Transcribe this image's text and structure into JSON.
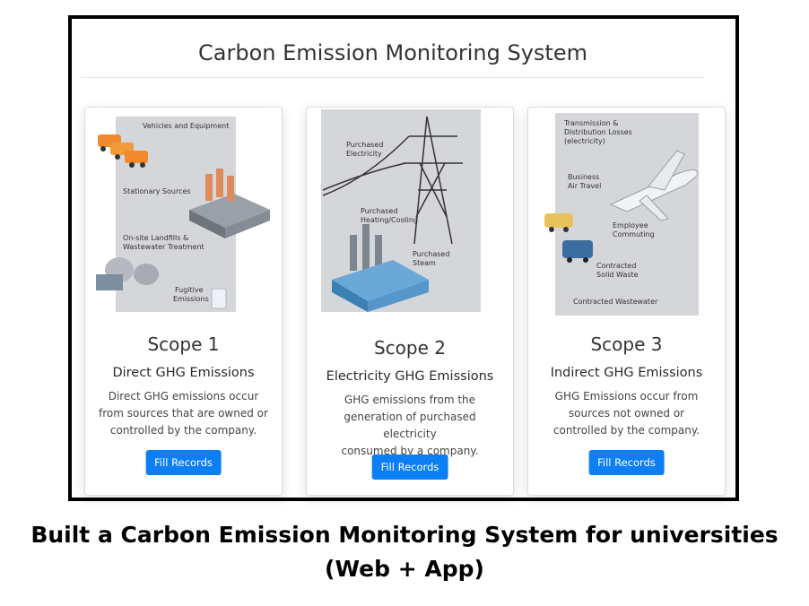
{
  "app": {
    "title": "Carbon Emission Monitoring System"
  },
  "colors": {
    "button": "#0d7ff5",
    "frame": "#000000",
    "illustration_bg": "#d4d6da"
  },
  "cards": [
    {
      "scope": "Scope 1",
      "subtitle": "Direct GHG Emissions",
      "description_lines": [
        "Direct GHG emissions occur",
        "from sources that are owned or",
        "controlled by the company."
      ],
      "button_label": "Fill Records",
      "illustration_labels": {
        "vehicles": "Vehicles and Equipment",
        "stationary": "Stationary Sources",
        "landfills_1": "On-site Landfills &",
        "landfills_2": "Wastewater Treatment",
        "fugitive_1": "Fugitive",
        "fugitive_2": "Emissions"
      }
    },
    {
      "scope": "Scope 2",
      "subtitle": "Electricity GHG Emissions",
      "description_lines": [
        "GHG emissions from the",
        "generation of purchased electricity",
        "consumed by a company."
      ],
      "button_label": "Fill Records",
      "illustration_labels": {
        "electricity_1": "Purchased",
        "electricity_2": "Electricity",
        "heating_1": "Purchased",
        "heating_2": "Heating/Cooling",
        "steam_1": "Purchased",
        "steam_2": "Steam"
      }
    },
    {
      "scope": "Scope 3",
      "subtitle": "Indirect GHG Emissions",
      "description_lines": [
        "GHG Emissions occur from",
        "sources not owned or",
        "controlled by the company."
      ],
      "button_label": "Fill Records",
      "illustration_labels": {
        "transmission_1": "Transmission &",
        "transmission_2": "Distribution Losses",
        "transmission_3": "(electricity)",
        "air_1": "Business",
        "air_2": "Air Travel",
        "commute_1": "Employee",
        "commute_2": "Commuting",
        "waste_1": "Contracted",
        "waste_2": "Solid Waste",
        "wastewater": "Contracted Wastewater"
      }
    }
  ],
  "caption": {
    "line1": "Built a Carbon Emission Monitoring System for universities",
    "line2": "(Web + App)"
  }
}
